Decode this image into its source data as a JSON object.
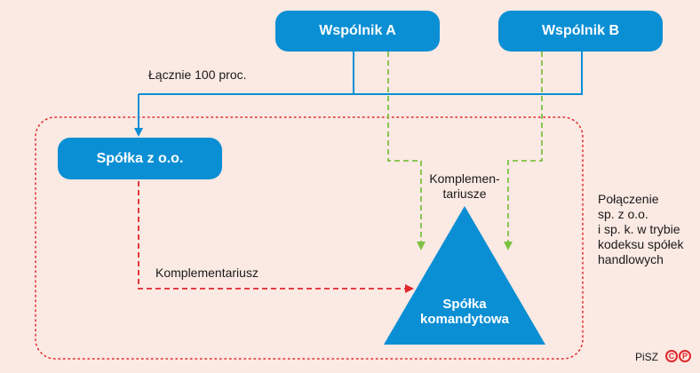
{
  "nodes": {
    "partner_a": "Wspólnik A",
    "partner_b": "Wspólnik B",
    "llc": "Spółka z o.o."
  },
  "triangle": {
    "line1": "Spółka",
    "line2": "komandytowa"
  },
  "labels": {
    "total": "Łącznie 100 proc.",
    "general_partners_1": "Komplemen-",
    "general_partners_2": "tariusze",
    "general_partner": "Komplementariusz",
    "merger_1": "Połączenie",
    "merger_2": "sp. z o.o.",
    "merger_3": "i sp. k. w trybie",
    "merger_4": "kodeksu spółek",
    "merger_5": "handlowych"
  },
  "credit": {
    "source": "PiSZ",
    "c_mark": "C",
    "p_mark": "P"
  },
  "colors": {
    "background": "#fbe9e3",
    "node_blue": "#0a8fd4",
    "green_dashed": "#7cc242",
    "red_dashed": "#e0262b",
    "dotted_border": "#e0262b"
  }
}
